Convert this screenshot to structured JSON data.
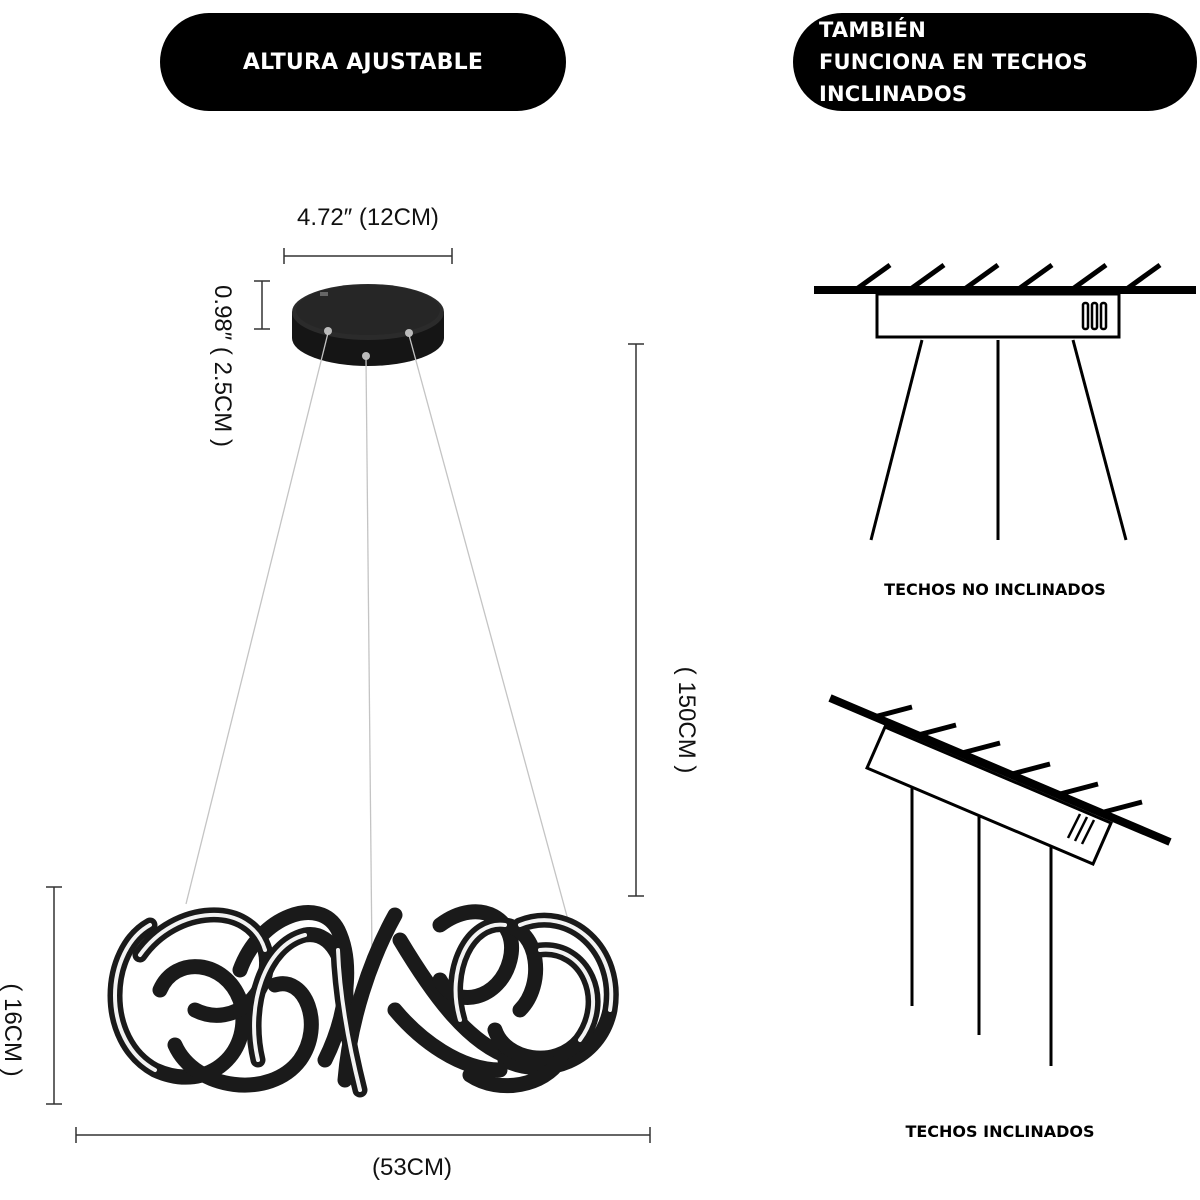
{
  "badges": {
    "adjustable": "ALTURA AJUSTABLE",
    "also_line1": "TAMBIÉN",
    "also_line2": "FUNCIONA EN TECHOS INCLINADOS"
  },
  "dimensions": {
    "canopy_width": "4.72″  (12CM)",
    "canopy_height": "0.98″ ( 2.5CM )",
    "cable_length": "( 150CM )",
    "fixture_height": "( 16CM )",
    "fixture_width": "(53CM)"
  },
  "captions": {
    "flat": "TECHOS NO INCLINADOS",
    "sloped": "TECHOS INCLINADOS"
  },
  "colors": {
    "fixture": "#1a1a1a",
    "ink": "#000000",
    "cable": "#bdbdbd"
  }
}
